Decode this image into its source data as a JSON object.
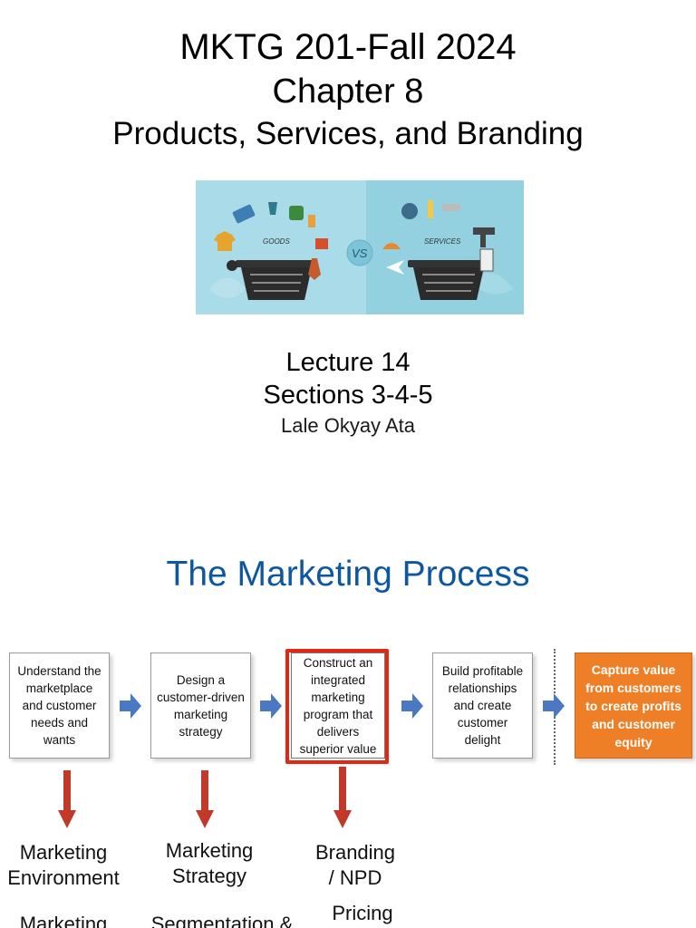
{
  "titles": {
    "course": "MKTG 201-Fall 2024",
    "chapter": "Chapter 8",
    "topic": "Products, Services, and Branding"
  },
  "hero": {
    "goods_label": "GOODS",
    "vs_label": "VS",
    "services_label": "SERVICES",
    "icons_left": [
      "laptop-icon",
      "perfume-icon",
      "bag-icon",
      "phone-icon",
      "shirt-icon",
      "gift-icon",
      "camera-icon",
      "tie-icon",
      "basket-icon"
    ],
    "icons_right": [
      "mechanic-icon",
      "paintbrush-icon",
      "paint-roller-icon",
      "drill-icon",
      "cloche-icon",
      "airplane-icon",
      "building-icon",
      "basket-icon"
    ]
  },
  "lecture": {
    "number": "Lecture 14",
    "sections": "Sections 3-4-5",
    "instructor": "Lale Okyay Ata"
  },
  "process": {
    "title": "The Marketing Process",
    "steps": [
      "Understand the marketplace and customer needs and wants",
      "Design a customer-driven marketing strategy",
      "Construct an integrated marketing program that delivers superior value",
      "Build profitable relationships and create customer delight",
      "Capture value from customers to create profits and customer equity"
    ],
    "accent_color": "#ef7f27",
    "highlight_color": "#e52613",
    "arrow_color": "#4a78c2",
    "labels": {
      "env_1": "Marketing",
      "env_2": "Environment",
      "strategy_1": "Marketing",
      "strategy_2": "Strategy",
      "brand_1": "Branding",
      "brand_2": "/ NPD",
      "row2_a": "Marketing",
      "row2_b": "Segmentation &",
      "row2_c": "Pricing"
    }
  }
}
